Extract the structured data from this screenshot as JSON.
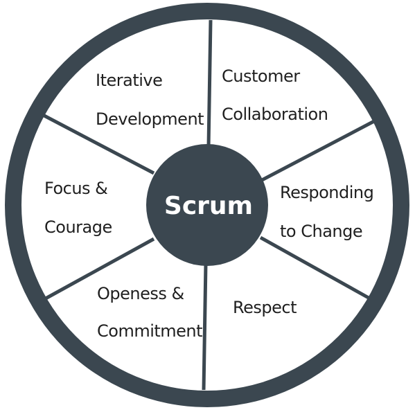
{
  "hub": {
    "label": "Scrum"
  },
  "segments": [
    {
      "id": "iterative-development",
      "line1": "Iterative",
      "line2": "Development"
    },
    {
      "id": "customer-collaboration",
      "line1": "Customer",
      "line2": "Collaboration"
    },
    {
      "id": "responding-to-change",
      "line1": "Responding",
      "line2": "to Change"
    },
    {
      "id": "respect",
      "line1": "Respect",
      "line2": ""
    },
    {
      "id": "openess-commitment",
      "line1": "Openess &",
      "line2": "Commitment"
    },
    {
      "id": "focus-courage",
      "line1": "Focus &",
      "line2": "Courage"
    }
  ],
  "colors": {
    "ring": "#3b4750",
    "hub": "#3b4750",
    "segment_fill": "#ffffff",
    "text": "#1f1f1f",
    "hub_text": "#ffffff"
  }
}
